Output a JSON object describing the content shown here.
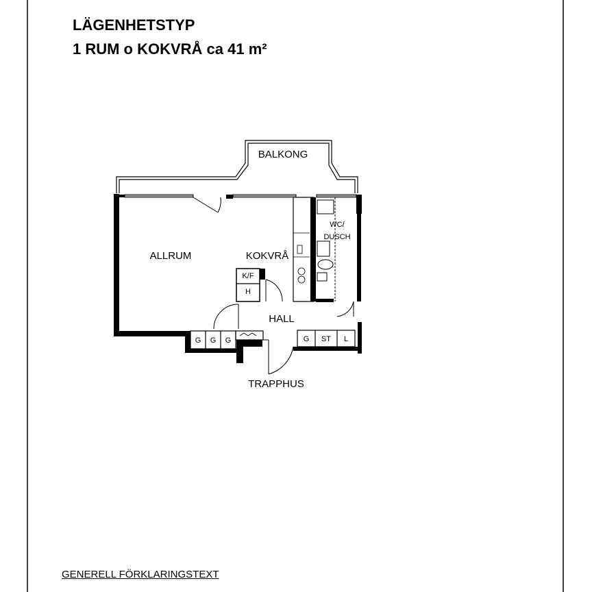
{
  "header": {
    "line1": "LÄGENHETSTYP",
    "line2": "1 RUM o KOKVRÅ ca 41 m²"
  },
  "rooms": {
    "balcony": "BALKONG",
    "living": "ALLRUM",
    "kitchen": "KOKVRÅ",
    "wc": "WC/",
    "wc2": "DUSCH",
    "hall": "HALL",
    "stair": "TRAPPHUS",
    "fridge": "K/F",
    "hob": "H"
  },
  "closets": {
    "left": [
      "G",
      "G",
      "G"
    ],
    "right": [
      "G",
      "ST",
      "L"
    ]
  },
  "footer": {
    "legend_title": "GENERELL FÖRKLARINGSTEXT"
  }
}
